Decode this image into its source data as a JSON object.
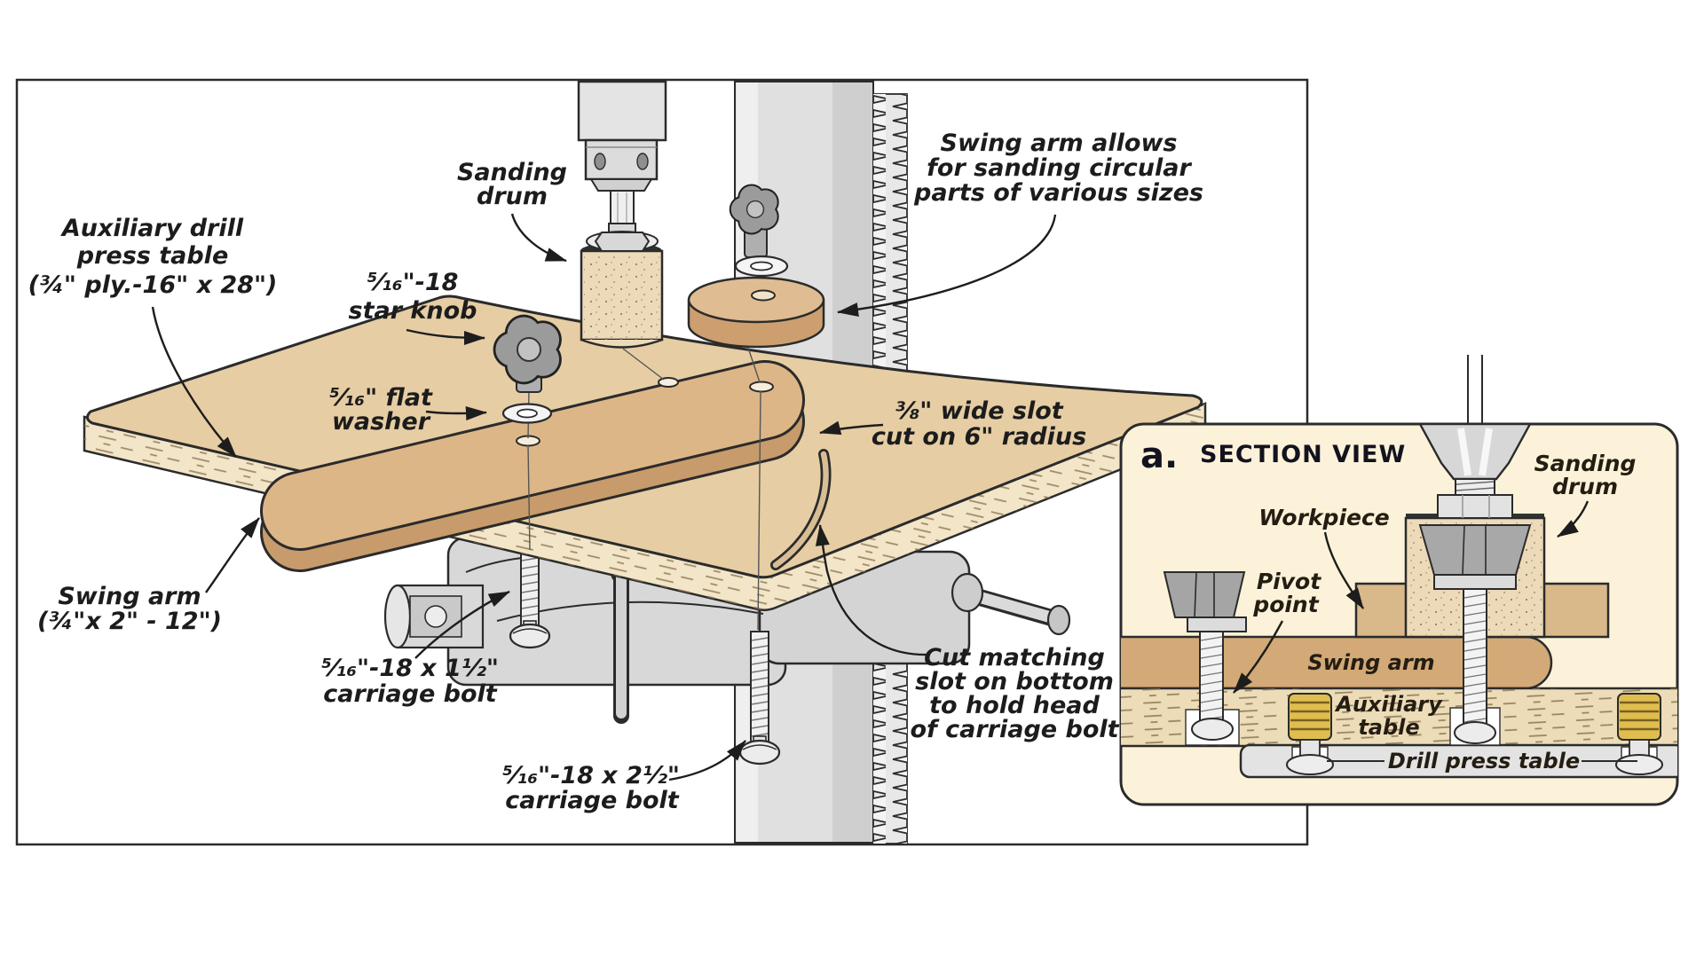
{
  "labels": {
    "aux_table": [
      "Auxiliary drill",
      "press table",
      "(¾\" ply.-16\" x 28\")"
    ],
    "sanding_drum": [
      "Sanding",
      "drum"
    ],
    "star_knob": [
      "⁵⁄₁₆\"-18",
      "star knob"
    ],
    "flat_washer": [
      "⁵⁄₁₆\" flat",
      "washer"
    ],
    "swing_allows": [
      "Swing arm allows",
      "for sanding circular",
      "parts of various sizes"
    ],
    "slot": [
      "⅜\" wide slot",
      "cut on 6\" radius"
    ],
    "swing_arm": [
      "Swing arm",
      "(¾\"x 2\" - 12\")"
    ],
    "bolt_short": [
      "⁵⁄₁₆\"-18 x 1½\"",
      "carriage bolt"
    ],
    "bolt_long": [
      "⁵⁄₁₆\"-18 x 2½\"",
      "carriage bolt"
    ],
    "cut_matching": [
      "Cut matching",
      "slot on bottom",
      "to hold head",
      "of carriage bolt"
    ]
  },
  "inset": {
    "marker": "a.",
    "title": "SECTION VIEW",
    "labels": {
      "workpiece": "Workpiece",
      "pivot": [
        "Pivot",
        "point"
      ],
      "sanding_drum": [
        "Sanding",
        "drum"
      ],
      "swing_arm": "Swing arm",
      "aux_table": [
        "Auxiliary",
        "table"
      ],
      "drill_press_table": "Drill press table"
    }
  },
  "colors": {
    "table_top": "#E6CDA4",
    "plywood_edge": "#F2E5C8",
    "swing_arm_top": "#DDB687",
    "swing_arm_side": "#C79B6B",
    "disc_top": "#DFBC92",
    "disc_side": "#CD9F6F",
    "drum": "#ECDAB8",
    "metal": "#E0E0E0",
    "casting": "#D8D8D8",
    "inset_cream": "#FBF2D9",
    "inset_workpiece": "#D9B88A",
    "inset_swing": "#D2A977",
    "inset_aux": "#EDDCB8",
    "inset_dpt": "#E3E3E3",
    "brass": "#DFBD4F",
    "line": "#2B2B2B"
  }
}
